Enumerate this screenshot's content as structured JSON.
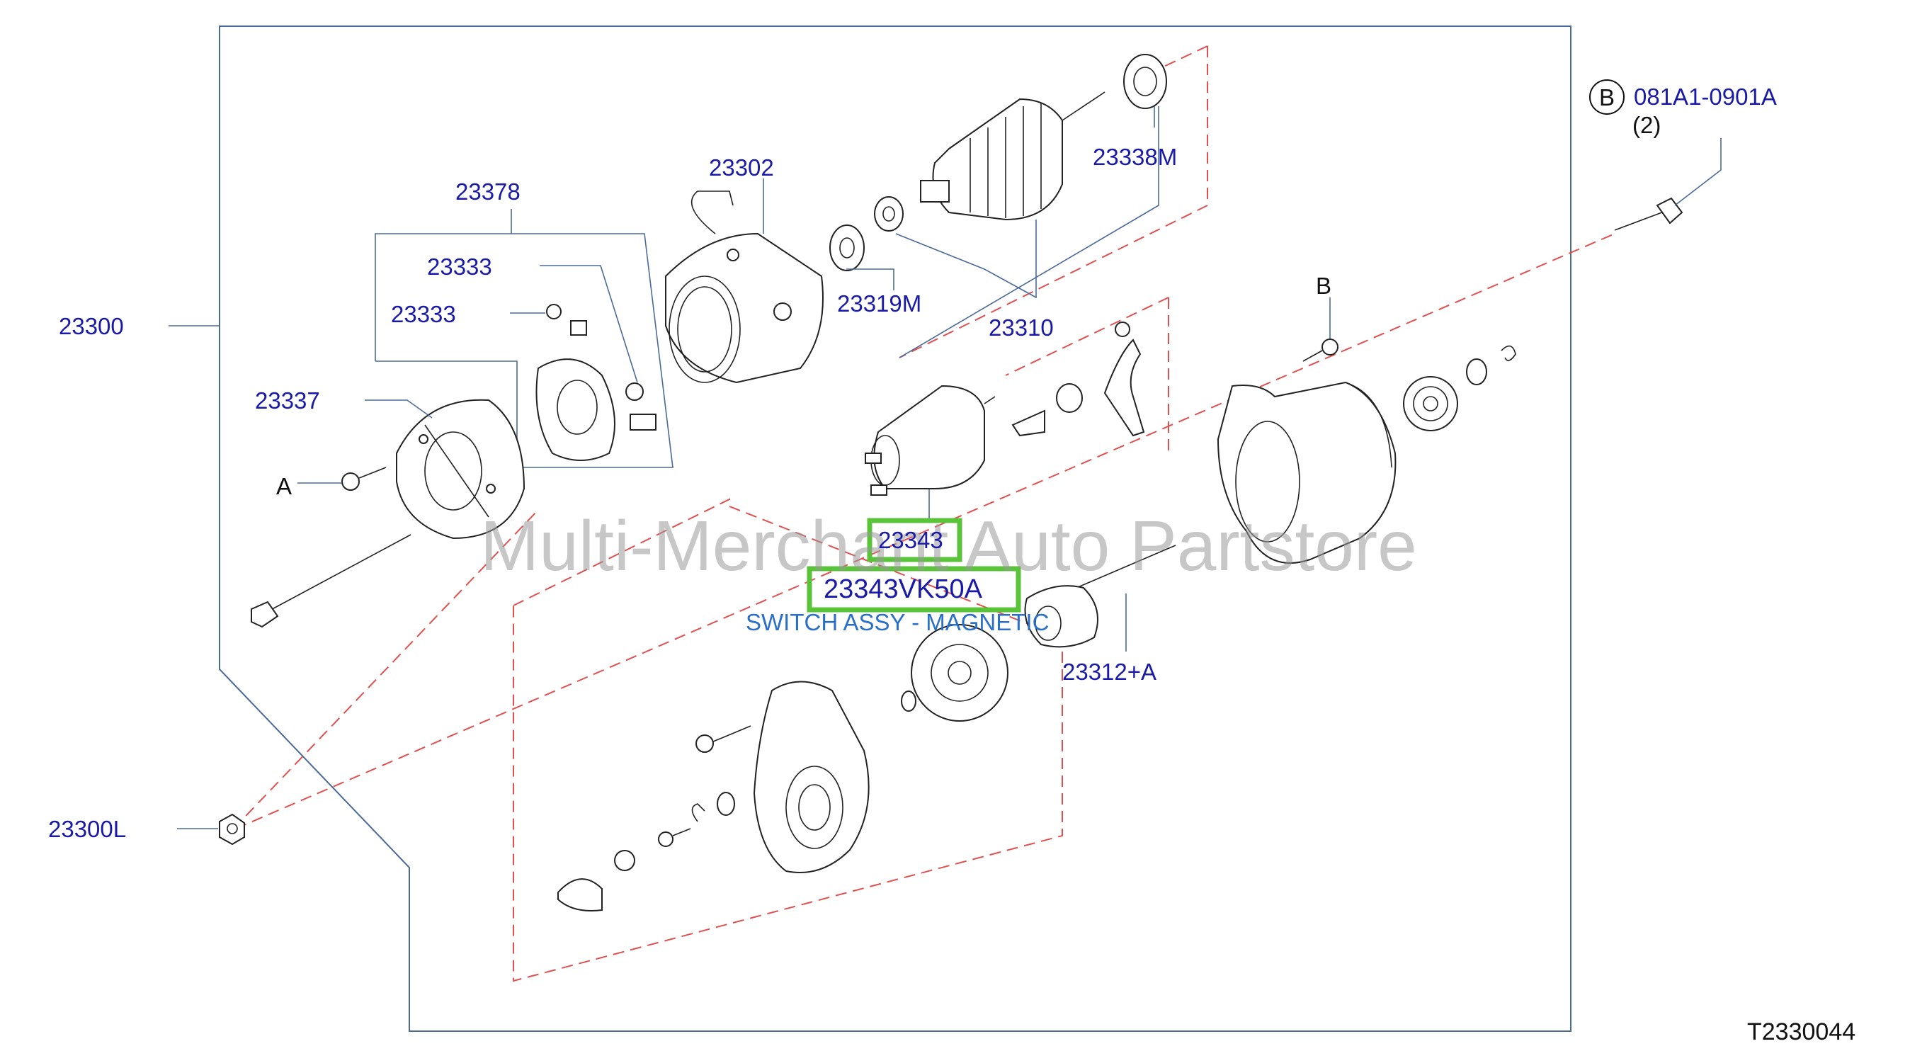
{
  "labels": {
    "p23300": "23300",
    "p23300L": "23300L",
    "p23337": "23337",
    "p23378": "23378",
    "p23333a": "23333",
    "p23333b": "23333",
    "p23302": "23302",
    "p23319M": "23319M",
    "p23310": "23310",
    "p23338M": "23338M",
    "p23343": "23343",
    "p23343VK50A": "23343VK50A",
    "switch_desc": "SWITCH ASSY - MAGNETIC",
    "p23312A": "23312+A",
    "bolt_part": "081A1-0901A",
    "bolt_qty": "(2)",
    "callout_b_circle": "B",
    "callout_b": "B",
    "callout_a": "A",
    "diagram_ref": "T2330044"
  },
  "watermark": "Multi-Merchant Auto Partstore",
  "colors": {
    "label_blue": "#1a1aa8",
    "highlight_green": "#59c43a",
    "dash_red": "#e05050",
    "frame_blue": "#4a6a9a",
    "switch_desc_blue": "#2a6fc9"
  },
  "highlighted_parts": [
    "23343",
    "23343VK50A"
  ]
}
